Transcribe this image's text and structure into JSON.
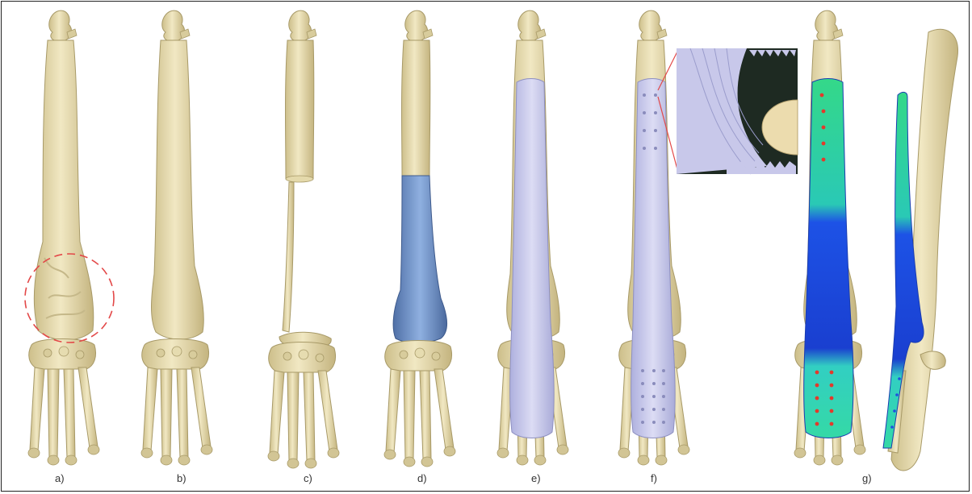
{
  "figure": {
    "panels": [
      {
        "id": "a",
        "label": "a)"
      },
      {
        "id": "b",
        "label": "b)"
      },
      {
        "id": "c",
        "label": "c)"
      },
      {
        "id": "d",
        "label": "d)"
      },
      {
        "id": "e",
        "label": "e)"
      },
      {
        "id": "f",
        "label": "f)"
      },
      {
        "id": "g",
        "label": "g)"
      }
    ]
  },
  "colors": {
    "bone": "#e9dfb6",
    "bone_shade": "#c9bd8c",
    "bone_outline": "#a89a68",
    "implant_blue": "#6e8fc4",
    "plate_lavender": "#c8c8ea",
    "fem_green": "#2fd67a",
    "fem_blue": "#1f4fe0",
    "fem_cyan": "#34c8c0",
    "fem_red": "#e3392b",
    "lesion_circle": "#e34848",
    "inset_dark": "#1e2a22"
  }
}
